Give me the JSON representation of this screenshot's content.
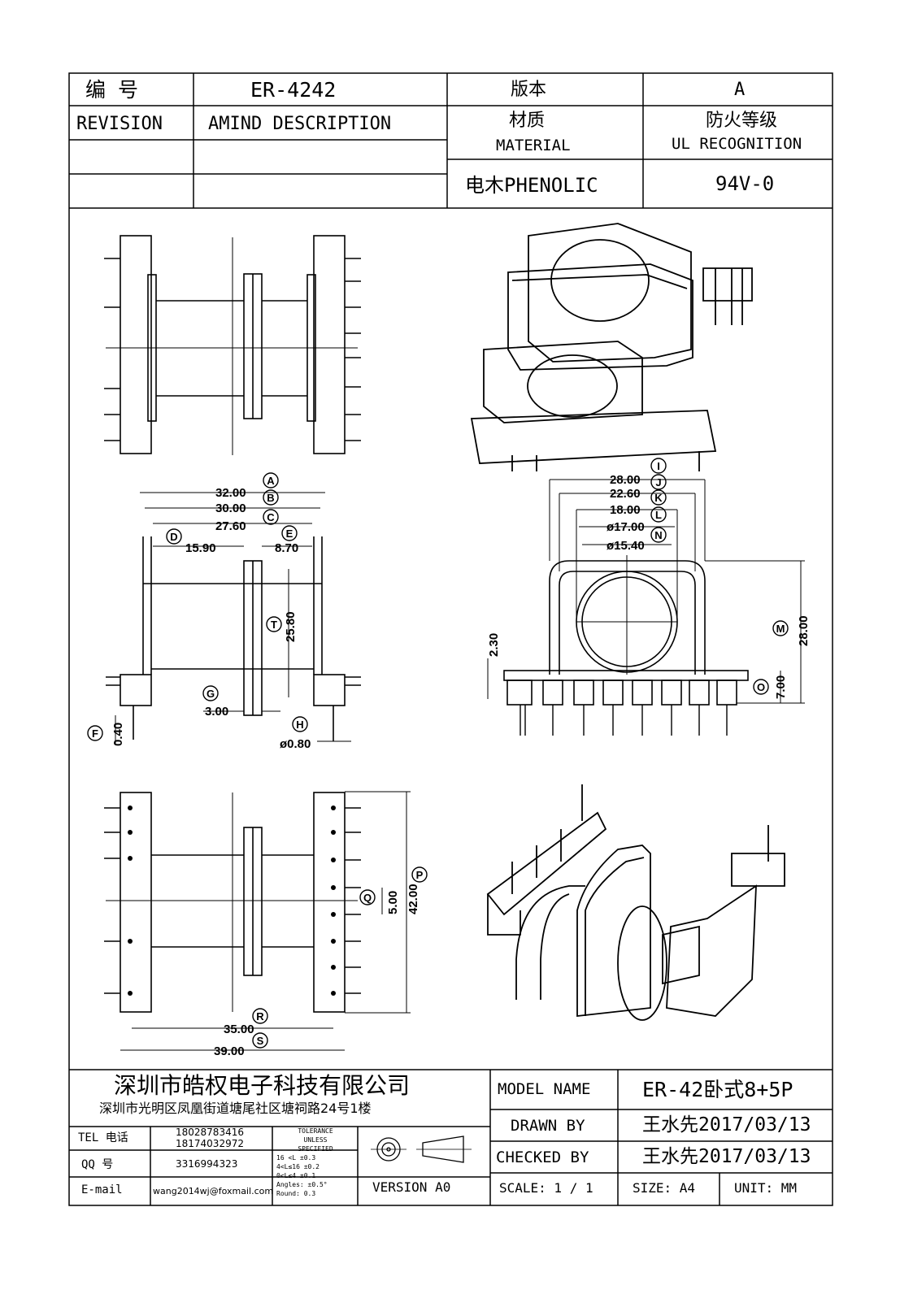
{
  "header": {
    "code_label": "编  号",
    "code_value": "ER-4242",
    "version_label": "版本",
    "version_value": "A",
    "revision_label": "REVISION",
    "amend_label": "AMIND DESCRIPTION",
    "material_label_cn": "材质",
    "material_label_en": "MATERIAL",
    "ul_label_cn": "防火等级",
    "ul_label_en": "UL RECOGNITION",
    "material_value": "电木PHENOLIC",
    "ul_value": "94V-0"
  },
  "dimensions_side": {
    "A": "32.00",
    "B": "30.00",
    "C": "27.60",
    "D": "15.90",
    "E": "8.70",
    "T": "25.80",
    "G": "3.00",
    "H": "ø0.80",
    "F": "0.40"
  },
  "dimensions_front": {
    "I": "28.00",
    "J": "22.60",
    "K": "18.00",
    "L": "ø17.00",
    "N": "ø15.40",
    "M": "28.00",
    "O": "7.00",
    "h": "2.30"
  },
  "dimensions_bottom": {
    "P": "42.00",
    "Q": "5.00",
    "R": "35.00",
    "S": "39.00"
  },
  "callouts": [
    "A",
    "B",
    "C",
    "D",
    "E",
    "T",
    "G",
    "H",
    "F",
    "I",
    "J",
    "K",
    "L",
    "N",
    "M",
    "O",
    "P",
    "Q",
    "R",
    "S"
  ],
  "footer": {
    "company": "深圳市皓权电子科技有限公司",
    "address": "深圳市光明区凤凰街道塘尾社区塘祠路24号1楼",
    "tel_label": "TEL 电话",
    "tel1": "18028783416",
    "tel2": "18174032972",
    "qq_label": "QQ  号",
    "qq": "3316994323",
    "email_label": "E-mail",
    "email": "wang2014wj@foxmail.com",
    "tolerance": [
      "TOLERANCE",
      "UNLESS",
      "SPECIFIED",
      "16 <L      ±0.3",
      "4<L≤16    ±0.2",
      "0<L≤4     ±0.1",
      "Angles: ±0.5°",
      "Round: 0.3"
    ],
    "version": "VERSION A0",
    "model_label": "MODEL NAME",
    "model_value": "ER-42卧式8+5P",
    "drawn_label": "DRAWN BY",
    "drawn_value": "王水先2017/03/13",
    "checked_label": "CHECKED BY",
    "checked_value": "王水先2017/03/13",
    "scale": "SCALE:  1 / 1",
    "size": "SIZE:  A4",
    "unit": "UNIT:  MM"
  }
}
